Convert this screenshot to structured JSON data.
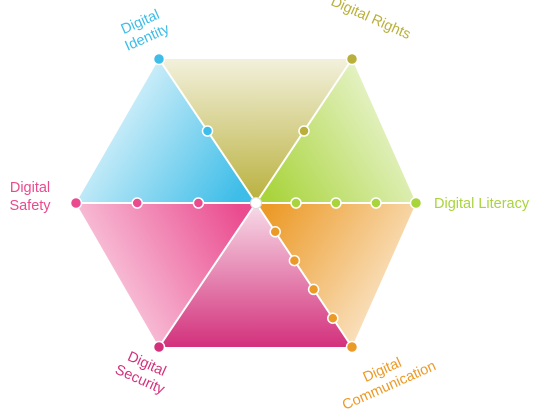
{
  "diagram": {
    "center_color": "#ffffff",
    "segments": [
      {
        "id": "digital-identity",
        "lines": [
          "Digital",
          "Identity"
        ],
        "color": "#3dbde8",
        "dots_on_spoke": 1
      },
      {
        "id": "digital-rights",
        "lines": [
          "Digital Rights"
        ],
        "color": "#b9b03c",
        "dots_on_spoke": 1
      },
      {
        "id": "digital-literacy",
        "lines": [
          "Digital Literacy"
        ],
        "color": "#a9d43c",
        "dots_on_spoke": 3
      },
      {
        "id": "digital-communication",
        "lines": [
          "Digital",
          "Communication"
        ],
        "color": "#ec9a27",
        "dots_on_spoke": 4
      },
      {
        "id": "digital-security",
        "lines": [
          "Digital",
          "Security"
        ],
        "color": "#d3317c",
        "dots_on_spoke": 0
      },
      {
        "id": "digital-safety",
        "lines": [
          "Digital",
          "Safety"
        ],
        "color": "#ea4a8e",
        "dots_on_spoke": 2
      }
    ]
  }
}
